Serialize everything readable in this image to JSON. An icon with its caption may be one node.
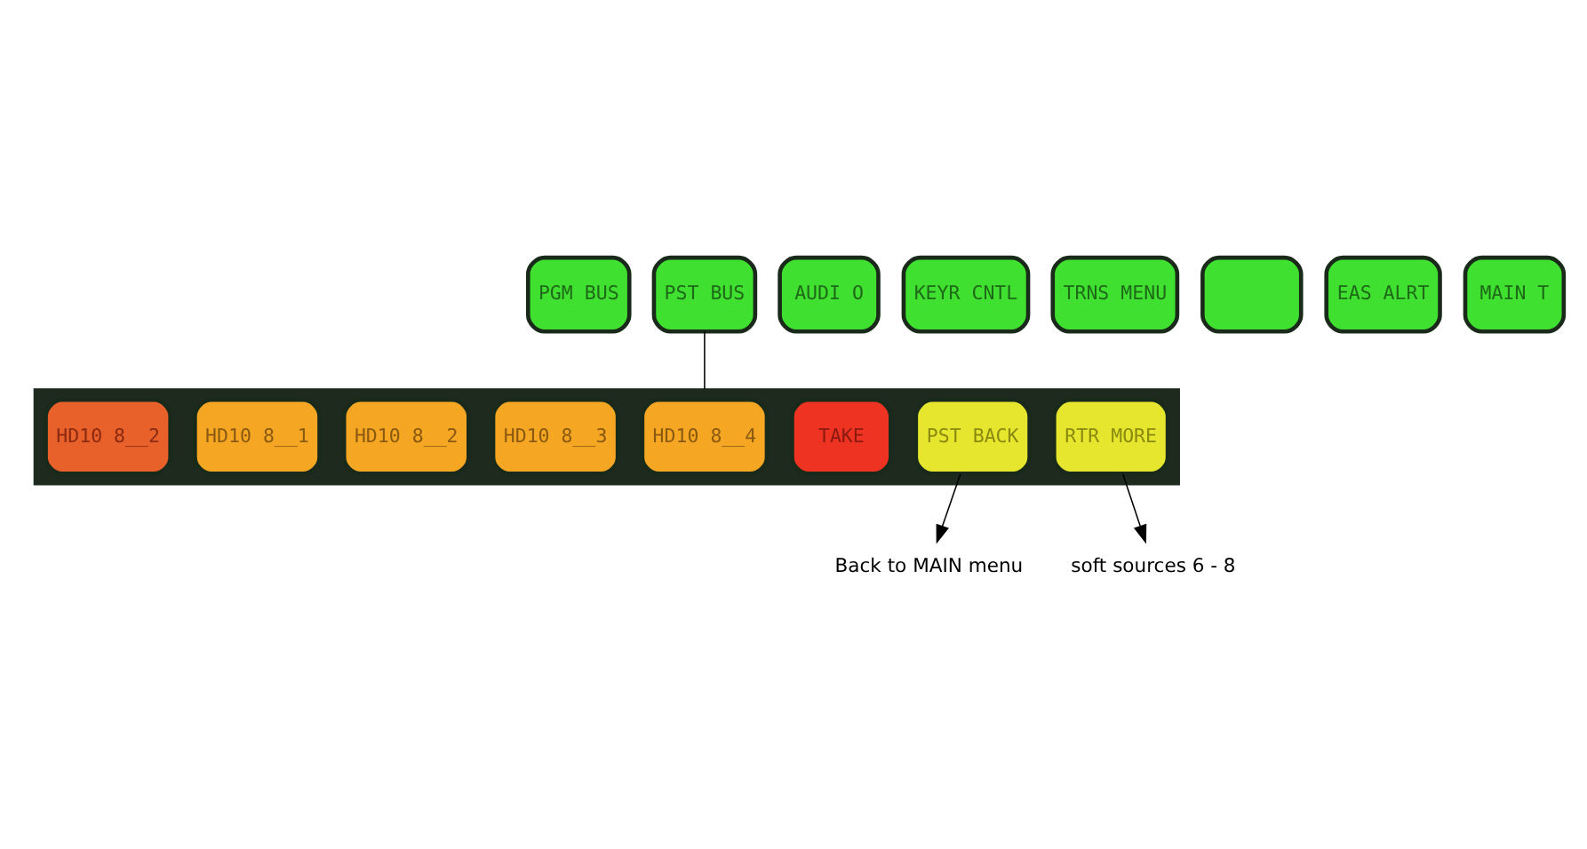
{
  "diagram": {
    "nodes": [
      {
        "text": [
          "PGM BUS"
        ]
      },
      {
        "text": [
          "PST BUS"
        ]
      },
      {
        "text": [
          "AUDI O"
        ]
      },
      {
        "text": [
          "KEYR CNTL"
        ]
      },
      {
        "text": [
          "TRNS MENU"
        ]
      },
      {
        "text": [],
        "shape": "box"
      },
      {
        "text": [
          "EAS ALRT"
        ]
      },
      {
        "text": [
          "MAIN T"
        ]
      },
      {
        "text": [],
        "shape": "bar"
      },
      {
        "text": [
          "HD10 8__2"
        ],
        "in": 8
      },
      {
        "text": [
          "HD10 8__1"
        ],
        "in": 8
      },
      {
        "text": [
          "HD10 8__2"
        ],
        "in": 8
      },
      {
        "text": [
          "HD10 8__3"
        ],
        "in": 8
      },
      {
        "text": [
          "HD10 8__4"
        ],
        "in": 8
      },
      {
        "text": [
          "TAKE"
        ],
        "in": 8
      },
      {
        "text": [
          "PST BACK"
        ],
        "in": 8
      },
      {
        "text": [
          "RTR MORE"
        ],
        "in": 8
      },
      {
        "text": [
          "Back to MAIN menu"
        ]
      },
      {
        "text": [
          "soft sources 6 - 8"
        ]
      }
    ],
    "edges": [
      {
        "from": 1,
        "to": 8,
        "arrow": "none"
      },
      {
        "from": 15,
        "to": 17,
        "arrow": "to"
      },
      {
        "from": 16,
        "to": 18,
        "arrow": "to"
      }
    ]
  }
}
